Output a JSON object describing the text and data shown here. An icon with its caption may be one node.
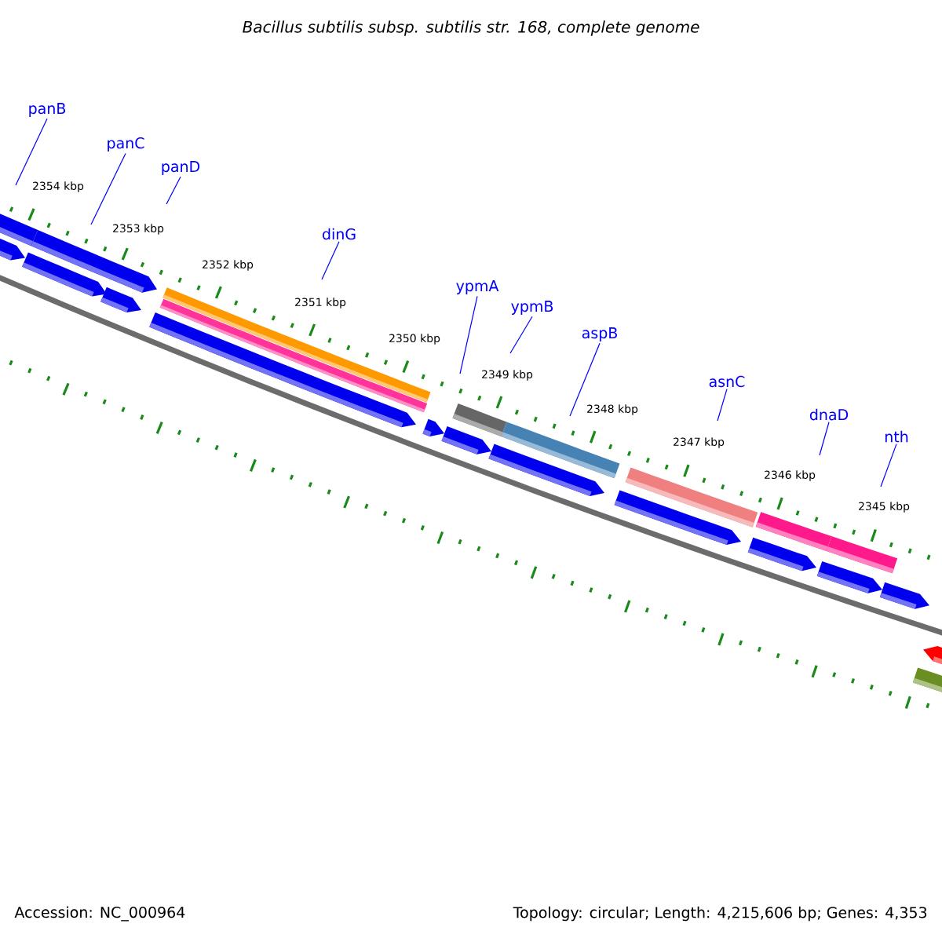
{
  "diagram": {
    "title": "Bacillus subtilis subsp. subtilis str. 168, complete genome",
    "nodes": [
      {
        "text": [
          "panB"
        ]
      },
      {
        "text": [
          "panC"
        ]
      },
      {
        "text": [
          "panD"
        ]
      },
      {
        "text": [
          "dinG"
        ]
      },
      {
        "text": [
          "ypmA"
        ]
      },
      {
        "text": [
          "ypmB"
        ]
      },
      {
        "text": [
          "aspB"
        ]
      },
      {
        "text": [
          "asnC"
        ]
      },
      {
        "text": [
          "dnaD"
        ]
      },
      {
        "text": [
          "nth"
        ]
      }
    ],
    "edges": [
      {
        "from": 0,
        "to": null,
        "arrow": "none"
      },
      {
        "from": 1,
        "to": null,
        "arrow": "none"
      },
      {
        "from": 2,
        "to": null,
        "arrow": "none"
      },
      {
        "from": 3,
        "to": null,
        "arrow": "none"
      },
      {
        "from": 4,
        "to": null,
        "arrow": "none"
      },
      {
        "from": 5,
        "to": null,
        "arrow": "none"
      },
      {
        "from": 6,
        "to": null,
        "arrow": "none"
      },
      {
        "from": 7,
        "to": null,
        "arrow": "none"
      },
      {
        "from": 8,
        "to": null,
        "arrow": "none"
      },
      {
        "from": 9,
        "to": null,
        "arrow": "none"
      }
    ],
    "labels": [
      "2354 kbp",
      "2353 kbp",
      "2352 kbp",
      "2351 kbp",
      "2350 kbp",
      "2349 kbp",
      "2348 kbp",
      "2347 kbp",
      "2346 kbp",
      "2345 kbp",
      "Accession: NC_000964",
      "Topology: circular; Length: 4,215,606 bp; Genes: 4,353"
    ]
  }
}
